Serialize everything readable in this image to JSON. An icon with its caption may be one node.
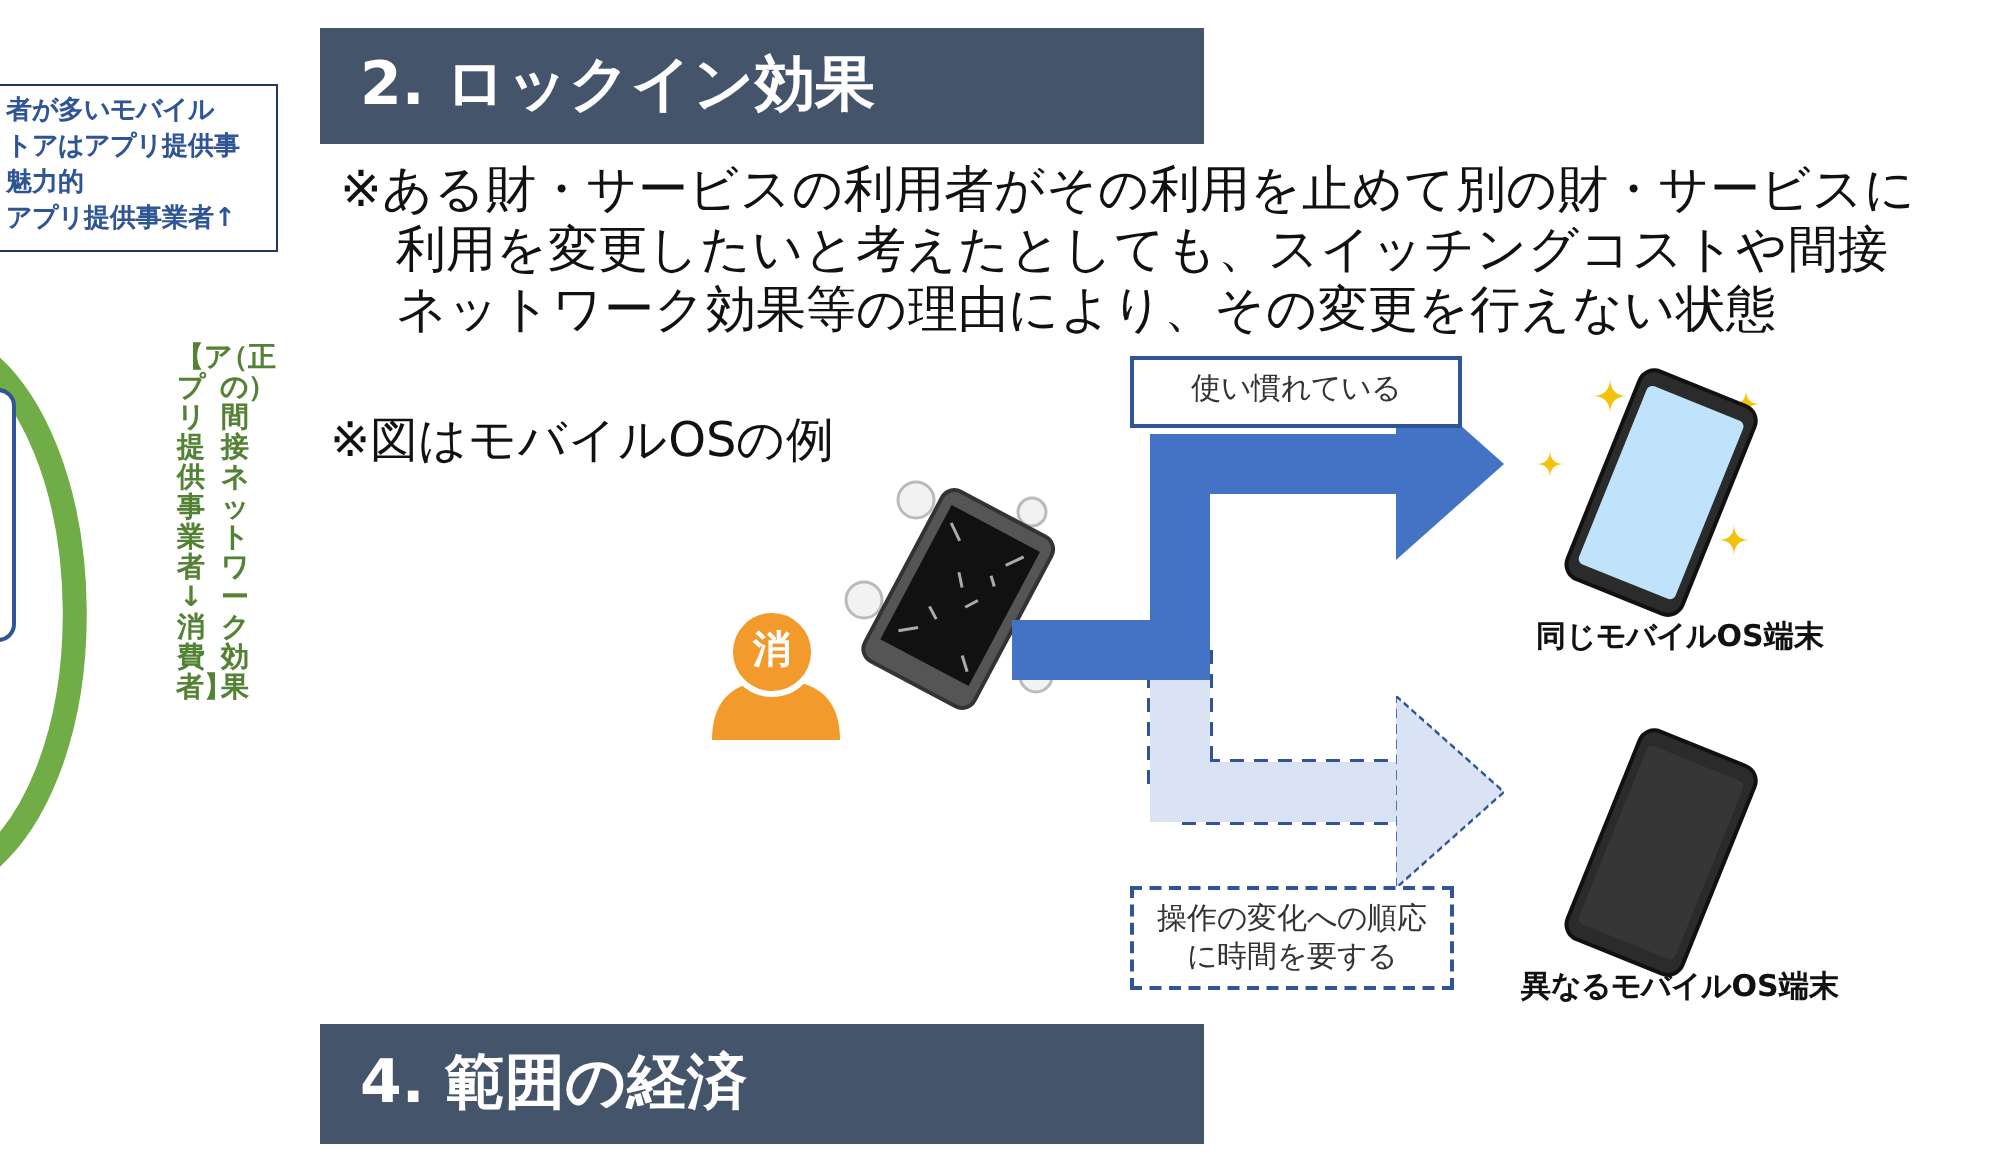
{
  "diagram": {
    "nodes": [
      {
        "text": [
          "者が多いモバイル",
          "トアはアプリ提供事",
          "魅力的",
          "アプリ提供事業者↑"
        ]
      },
      {
        "text": [
          "2. ロックイン効果"
        ]
      },
      {
        "text": [
          "消"
        ]
      },
      {
        "text": [],
        "shape": "picture"
      },
      {
        "text": [],
        "shape": "picture",
        "beside": [
          "同じモバイルOS端末"
        ]
      },
      {
        "text": [],
        "shape": "picture",
        "beside": [
          "異なるモバイルOS端末"
        ]
      },
      {
        "text": [
          "4. 範囲の経済"
        ]
      }
    ],
    "edges": [
      {
        "from": 3,
        "to": 5,
        "arrow": "to",
        "label": "操作の変化への順応に時間を要する",
        "style": "dashed",
        "color": "#dae3f3"
      },
      {
        "from": 3,
        "to": 4,
        "arrow": "to",
        "label": "使い慣れている",
        "color": "#4472c4"
      }
    ],
    "labels": [
      "（正の）間接ネットワーク効果",
      "【アプリ提供事業者↓消費者】",
      "※ある財・サービスの利用者がその利用を止めて別の財・サービスに利用を変更したいと考えたとしても、スイッチングコストや間接ネットワーク効果等の理由により、その変更を行えない状態",
      "※図はモバイルOSの例"
    ]
  }
}
